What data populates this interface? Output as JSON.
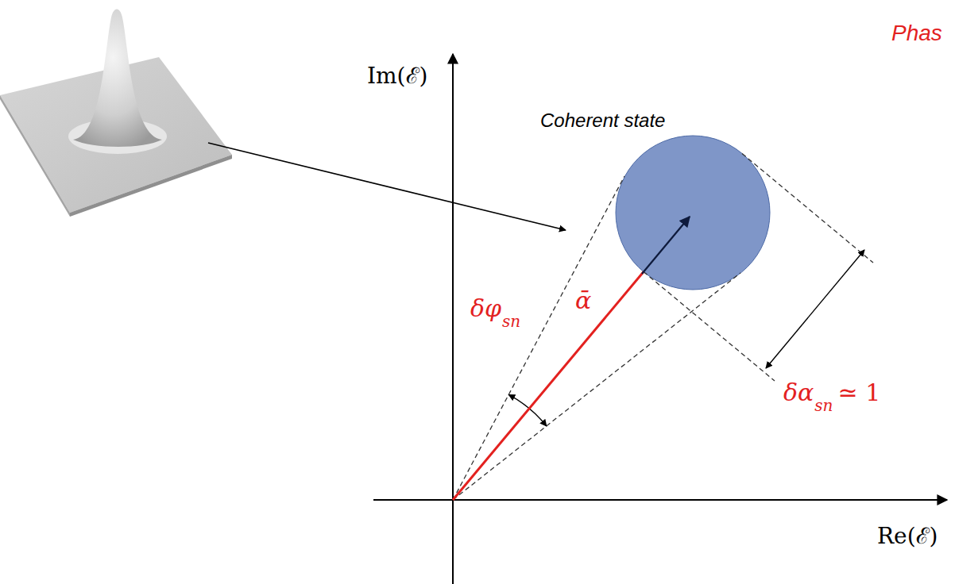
{
  "diagram": {
    "labels": [
      "Phas",
      "Im(ℰ)",
      "Coherent state",
      "ᾱ",
      "δφ",
      "sn",
      "δα",
      "sn",
      "≃ 1",
      "Re(ℰ)"
    ]
  }
}
